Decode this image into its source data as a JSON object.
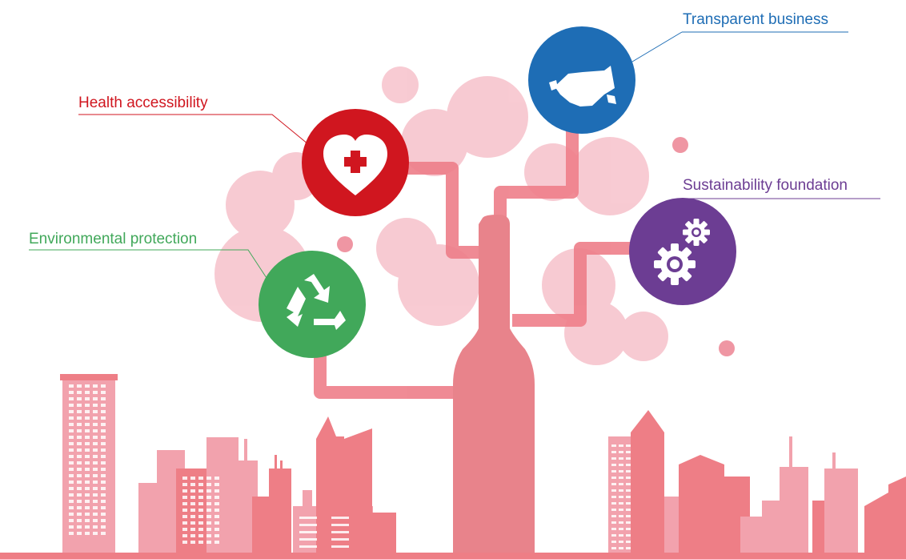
{
  "pillars": {
    "transparent": {
      "label": "Transparent business",
      "icon": "handshake-icon",
      "color": "#1e6db5"
    },
    "health": {
      "label": "Health accessibility",
      "icon": "heart-cross-icon",
      "color": "#d0161f"
    },
    "sustainability": {
      "label": "Sustainability foundation",
      "icon": "gears-icon",
      "color": "#6c3d93"
    },
    "environment": {
      "label": "Environmental protection",
      "icon": "recycle-icon",
      "color": "#41a85a"
    }
  },
  "theme": {
    "tree": "#e8838b",
    "bubble": "#f5b9c4",
    "city_dark": "#ee7e86",
    "city_light": "#f2a2ad",
    "ground": "#ee7e86"
  }
}
